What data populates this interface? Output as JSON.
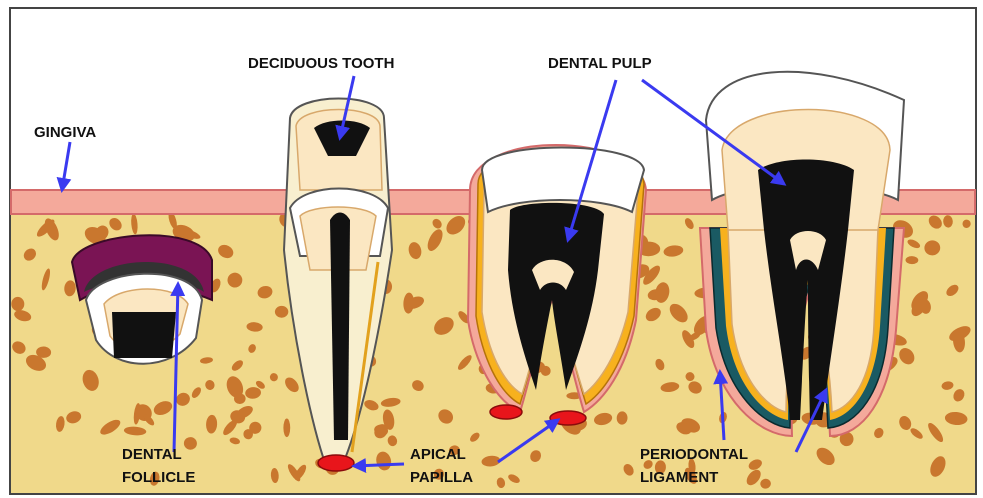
{
  "labels": {
    "gingiva": "GINGIVA",
    "deciduous_tooth": "DECIDUOUS TOOTH",
    "dental_pulp": "DENTAL PULP",
    "dental_follicle_line1": "DENTAL",
    "dental_follicle_line2": "FOLLICLE",
    "apical_papilla_line1": "APICAL",
    "apical_papilla_line2": "PAPILLA",
    "periodontal_ligament_line1": "PERIODONTAL",
    "periodontal_ligament_line2": "LIGAMENT"
  },
  "colors": {
    "bone": "#f0d98a",
    "bone_spot": "#c9772e",
    "gingiva": "#f4a99b",
    "enamel": "#ffffff",
    "dentin": "#fbe7c2",
    "pulp": "#111111",
    "follicle": "#7a1454",
    "papilla": "#e8151b",
    "ligament": "#1a5a63",
    "arrow": "#3a3af0"
  }
}
